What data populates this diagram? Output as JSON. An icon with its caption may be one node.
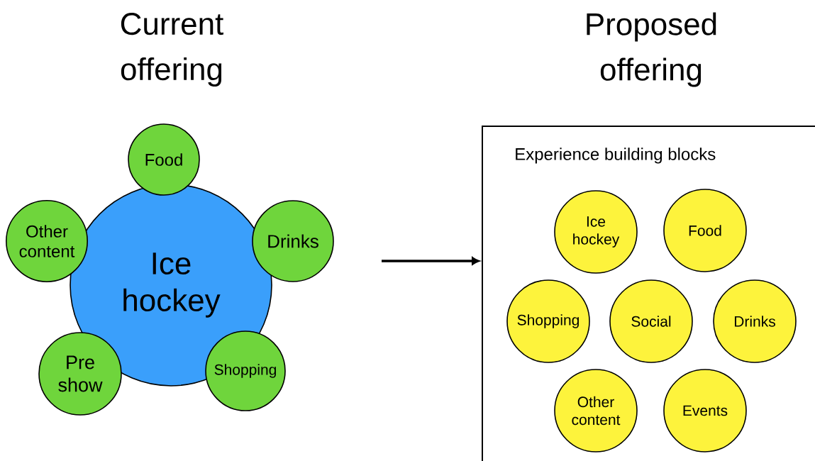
{
  "diagram": {
    "nodes": [
      {
        "text": [
          "Ice hockey"
        ]
      },
      {
        "text": [
          "Food"
        ]
      },
      {
        "text": [
          "Other content"
        ]
      },
      {
        "text": [
          "Drinks"
        ]
      },
      {
        "text": [
          "Pre show"
        ]
      },
      {
        "text": [
          "Shopping"
        ]
      },
      {
        "text": [
          "Experience building blocks"
        ]
      },
      {
        "text": [
          "Ice hockey"
        ],
        "in": 6
      },
      {
        "text": [
          "Food"
        ],
        "in": 6
      },
      {
        "text": [
          "Shopping"
        ],
        "in": 6
      },
      {
        "text": [
          "Social"
        ],
        "in": 6
      },
      {
        "text": [
          "Drinks"
        ],
        "in": 6
      },
      {
        "text": [
          "Other content"
        ],
        "in": 6
      },
      {
        "text": [
          "Events"
        ],
        "in": 6
      }
    ],
    "edges": [
      {
        "from": null,
        "to": 6,
        "arrow": "to"
      }
    ],
    "labels": [
      "Current offering",
      "Proposed offering"
    ]
  }
}
